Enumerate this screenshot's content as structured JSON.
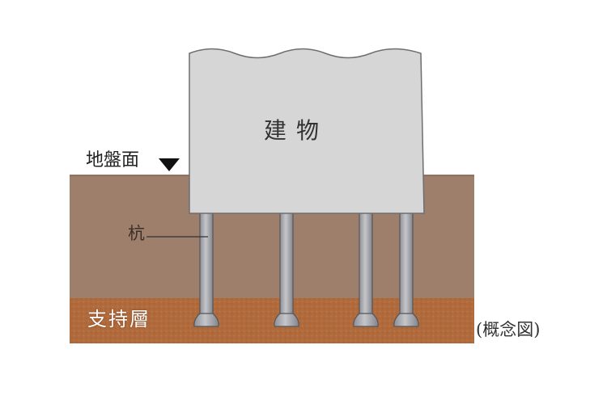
{
  "labels": {
    "building": "建物",
    "ground_surface": "地盤面",
    "pile": "杭",
    "bearing_layer": "支持層",
    "concept_note": "(概念図)"
  },
  "colors": {
    "building_fill": "#d6d6d7",
    "building_stroke": "#6e6e70",
    "soil": "#9e7f6b",
    "bearing_layer": "#b06a3c",
    "pile_fill": "#a4a6ab",
    "pile_stroke": "#55575c",
    "marker": "#111111"
  },
  "icons": {
    "ground_marker": "down-triangle-icon"
  }
}
